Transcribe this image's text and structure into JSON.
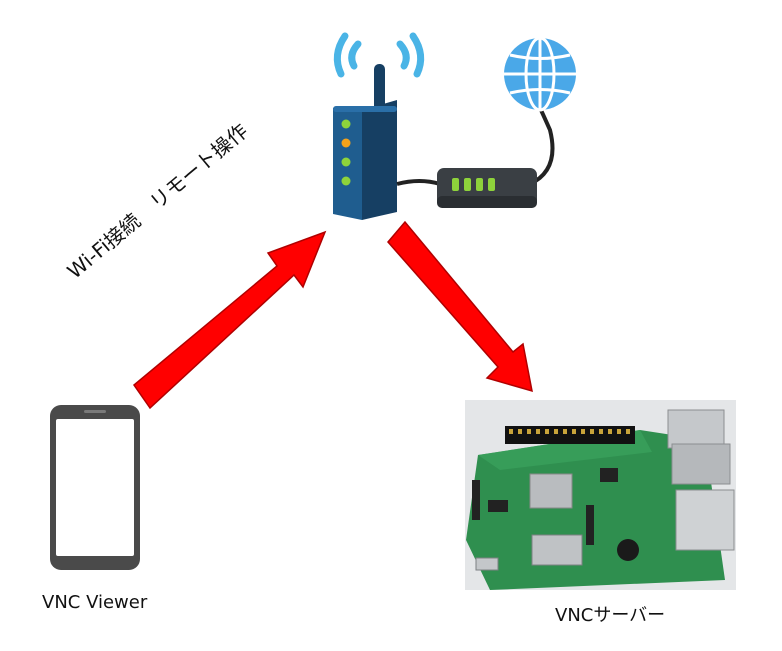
{
  "labels": {
    "client": "VNC Viewer",
    "server": "VNCサーバー",
    "connection": "Wi-Fi接続　リモート操作"
  },
  "colors": {
    "arrow": "#ff0000",
    "arrow_outline": "#c00000",
    "router_body": "#1f5d8f",
    "router_side": "#163f63",
    "led_green": "#8ed33b",
    "led_orange": "#f4a21a",
    "wifi_waves": "#4ab4e6",
    "globe": "#4aa8e8",
    "modem_body": "#3a3f44",
    "phone_body": "#4a4a4a",
    "pcb_green": "#2f8f4f"
  },
  "icons": [
    "wifi-router-icon",
    "wifi-signal-icon",
    "globe-icon",
    "modem-icon",
    "smartphone-icon",
    "raspberry-pi-board"
  ]
}
